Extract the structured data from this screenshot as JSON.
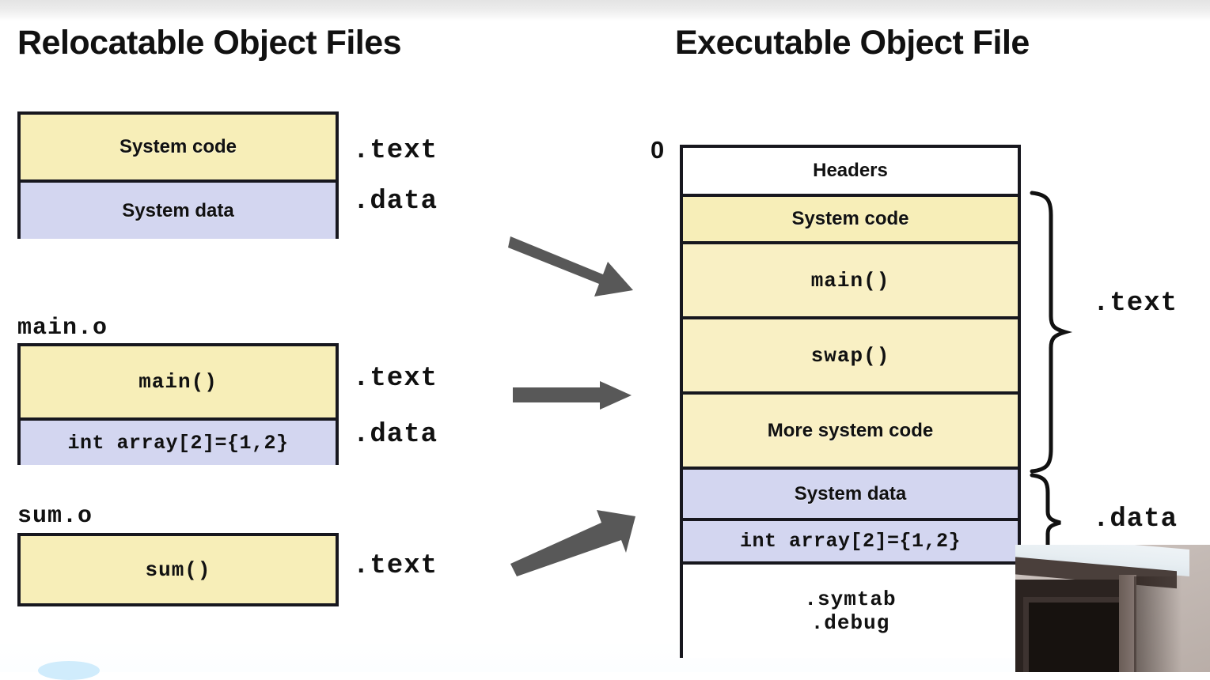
{
  "slide": {
    "left_title": "Relocatable Object Files",
    "right_title": "Executable Object File",
    "start_address": "0"
  },
  "relocatable": {
    "files": [
      {
        "name": "",
        "segments": [
          {
            "label": "System code",
            "style": "sans",
            "fill": "#f7eeb8"
          },
          {
            "label": "System data",
            "style": "sans",
            "fill": "#d3d6f0"
          }
        ],
        "section_labels": [
          ".text",
          ".data"
        ]
      },
      {
        "name": "main.o",
        "segments": [
          {
            "label": "main()",
            "style": "mono",
            "fill": "#f7eeb8"
          },
          {
            "label": "int array[2]={1,2}",
            "style": "mono",
            "fill": "#d3d6f0"
          }
        ],
        "section_labels": [
          ".text",
          ".data"
        ]
      },
      {
        "name": "sum.o",
        "segments": [
          {
            "label": "sum()",
            "style": "mono",
            "fill": "#f7eeb8"
          }
        ],
        "section_labels": [
          ".text"
        ]
      }
    ]
  },
  "executable": {
    "segments": [
      {
        "label": "Headers",
        "style": "sans",
        "fill": "#ffffff"
      },
      {
        "label": "System code",
        "style": "sans",
        "fill": "#f7eeb8"
      },
      {
        "label": "main()",
        "style": "mono",
        "fill": "#f9f0c4"
      },
      {
        "label": "swap()",
        "style": "mono",
        "fill": "#f9f0c4"
      },
      {
        "label": "More system code",
        "style": "sans",
        "fill": "#f9f0c4"
      },
      {
        "label": "System data",
        "style": "sans",
        "fill": "#d3d6f0"
      },
      {
        "label": "int array[2]={1,2}",
        "style": "mono",
        "fill": "#d3d6f0"
      },
      {
        "label": ".symtab",
        "style": "mono",
        "fill": "#ffffff"
      },
      {
        "label": ".debug",
        "style": "mono",
        "fill": "#ffffff"
      }
    ],
    "brace_labels": [
      ".text",
      ".data"
    ]
  },
  "colors": {
    "code_fill": "#f7eeb8",
    "code_fill_alt": "#f9f0c4",
    "data_fill": "#d3d6f0",
    "outline": "#17171e",
    "arrow": "#585858",
    "text": "#111111"
  }
}
